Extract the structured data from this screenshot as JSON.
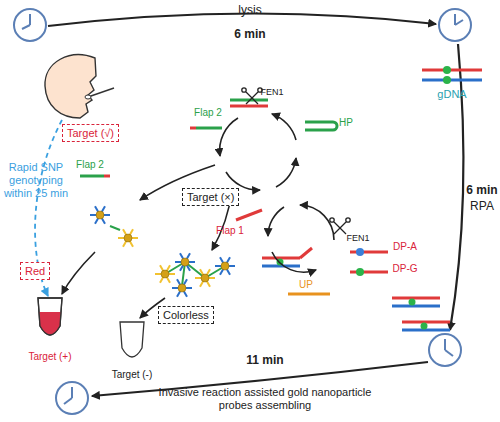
{
  "diagram": {
    "nodes": [
      {
        "text": [
          "Target (√)"
        ]
      },
      {
        "text": [
          "Target (×)"
        ]
      },
      {
        "text": [
          "Red"
        ]
      },
      {
        "text": [
          "Colorless"
        ]
      }
    ],
    "labels": [
      "lysis",
      "6 min",
      "gDNA",
      "6 min",
      "RPA",
      "11 min",
      "Invasive reaction assisted gold nanoparticle probes assembling",
      "Rapid SNP genotyping within 25 min",
      "Flap 2",
      "FEN1",
      "HP",
      "Flap 2",
      "Flap 1",
      "FEN1",
      "DP-A",
      "DP-G",
      "UP",
      "Target (+)",
      "Target (-)"
    ]
  }
}
